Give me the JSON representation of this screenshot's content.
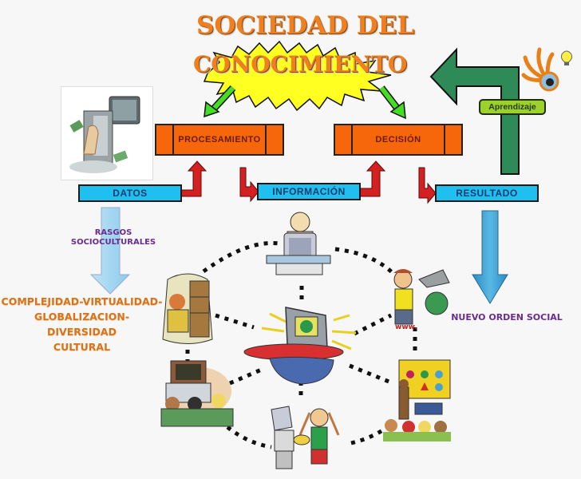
{
  "title": {
    "line1": "SOCIEDAD DEL",
    "line2": "CONOCIMIENTO"
  },
  "flow": {
    "processes": [
      {
        "label": "PROCESAMIENTO"
      },
      {
        "label": "DECISIÓN"
      }
    ],
    "stages": [
      {
        "label": "DATOS"
      },
      {
        "label": "INFORMACIÓN"
      },
      {
        "label": "RESULTADO"
      }
    ],
    "feedback_label": "Aprendizaje"
  },
  "left_branch": {
    "arrow_label": "RASGOS SOCIOCULTURALES",
    "arrow_label_line1": "RASGOS",
    "arrow_label_line2": "SOCIOCULTURALES",
    "result_line1": "COMPLEJIDAD-VIRTUALIDAD-",
    "result_line2": "GLOBALIZACION-DIVERSIDAD",
    "result_line3": "CULTURAL"
  },
  "right_branch": {
    "result": "NUEVO ORDEN SOCIAL"
  },
  "network": {
    "center": "internet-computer",
    "nodes": [
      "person-at-computer",
      "student-with-globe",
      "classroom-board",
      "girl-at-computer",
      "group-watching-screen",
      "woman-in-library"
    ],
    "www_text": "www."
  },
  "colors": {
    "title_orange": "#f07f1f",
    "process_box": "#f6670c",
    "stage_box": "#1fc0ef",
    "feedback_arrow": "#2e8b57",
    "flow_arrow": "#d42020",
    "burst_yellow": "#ffff22",
    "down_arrow_green": "#44dd22",
    "label_purple": "#6a2c91",
    "label_orange": "#d9731a"
  }
}
